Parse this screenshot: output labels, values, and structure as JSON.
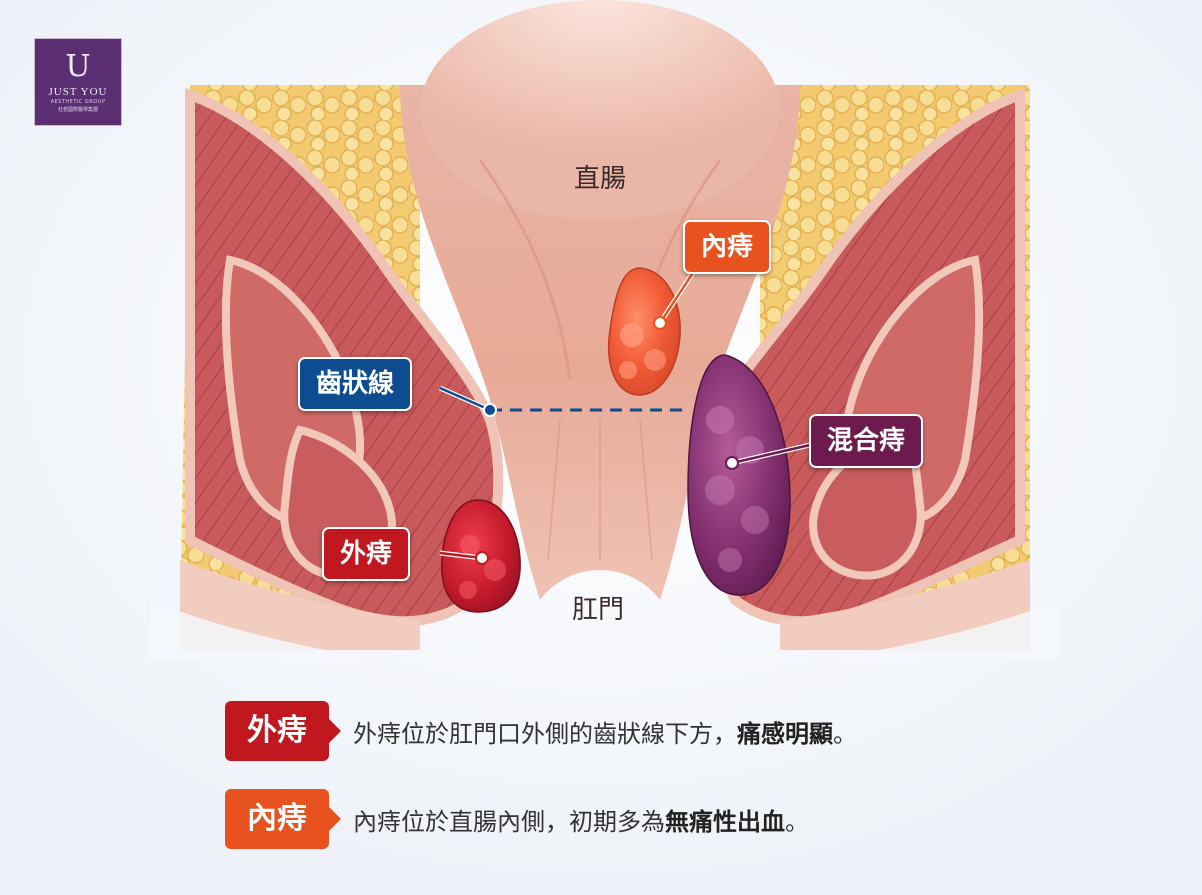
{
  "logo": {
    "letter": "U",
    "name": "JUST YOU",
    "tagline": "AESTHETIC GROUP",
    "chinese": "杜若國際醫學集團"
  },
  "regions": {
    "rectum": "直腸",
    "anus": "肛門"
  },
  "labels": {
    "dentate_line": "齒狀線",
    "internal": "內痔",
    "mixed": "混合痔",
    "external": "外痔"
  },
  "legend": [
    {
      "tag": "外痔",
      "text_plain": "外痔位於肛門口外側的齒狀線下方，",
      "text_bold": "痛感明顯",
      "text_end": "。"
    },
    {
      "tag": "內痔",
      "text_plain": "內痔位於直腸內側，初期多為",
      "text_bold": "無痛性出血",
      "text_end": "。"
    }
  ],
  "colors": {
    "blue": "#0d4c8f",
    "orange": "#e8521f",
    "red": "#c1171f",
    "purple": "#6d1a4e",
    "logo": "#5b2e73"
  }
}
